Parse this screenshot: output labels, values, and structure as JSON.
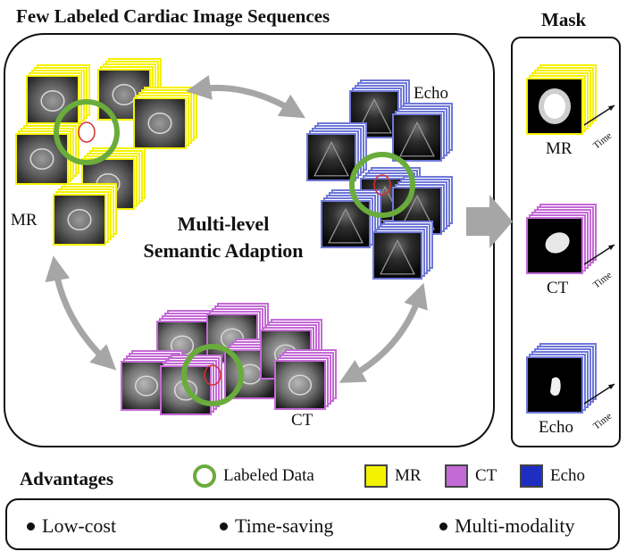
{
  "header": {
    "title": "Few Labeled Cardiac Image Sequences",
    "mask_title": "Mask"
  },
  "center_label": {
    "line1": "Multi-level",
    "line2": "Semantic Adaption"
  },
  "modalities": {
    "mr": "MR",
    "echo": "Echo",
    "ct": "CT"
  },
  "mask_panel": {
    "items": [
      {
        "label": "MR",
        "time": "Time"
      },
      {
        "label": "CT",
        "time": "Time"
      },
      {
        "label": "Echo",
        "time": "Time"
      }
    ]
  },
  "legend": {
    "labeled_data": "Labeled Data",
    "mr": "MR",
    "ct": "CT",
    "echo": "Echo"
  },
  "advantages": {
    "title": "Advantages",
    "items": [
      "Low-cost",
      "Time-saving",
      "Multi-modality"
    ]
  },
  "colors": {
    "mr_frame": "#f5f200",
    "ct_frame": "#c46ad6",
    "echo_frame": "#6f78d8",
    "echo_swatch": "#1d2ec0",
    "labeled_ring": "#6aac3c",
    "arrow": "#a6a6a6"
  }
}
